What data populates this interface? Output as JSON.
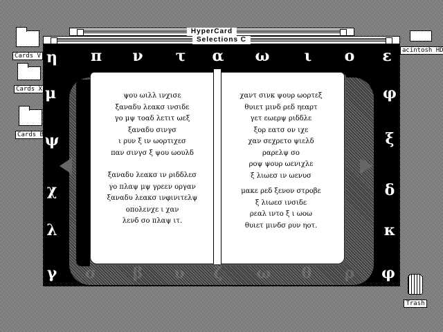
{
  "desktop": {
    "icons": [
      {
        "label": "Cards V"
      },
      {
        "label": "Cards X"
      },
      {
        "label": "Cards B"
      }
    ],
    "disk_label": "acintosh HD",
    "trash_label": "Trash"
  },
  "windows": {
    "back_title": "HyperCard",
    "front_title": "Selections C"
  },
  "card": {
    "border_glyphs": {
      "top": [
        "η",
        "π",
        "ν",
        "τ",
        "α",
        "ω",
        "ι",
        "ο",
        "ε"
      ],
      "left": [
        "μ",
        "ψ",
        "χ",
        "λ"
      ],
      "right": [
        "φ",
        "ξ",
        "δ",
        "κ"
      ],
      "bottom": [
        "γ",
        "σ",
        "β",
        "υ",
        "ζ",
        "ω",
        "θ",
        "ρ",
        "φ"
      ]
    },
    "left_page": {
      "stanza1": [
        "ψου ωιλλ ινχισε",
        "ξαναδυ λεακσ ινσιδε",
        "γο μψ τοαδ λετιτ ωεξ",
        "ξαναδυ σινγσ",
        "ι ρυν ξ ιν ωορτιχεσ",
        "παν σινγσ ξ ψου ωουλδ"
      ],
      "stanza2": [
        "ξαναδυ λεακσ ιν ριδδλεσ",
        "γο πλαψ μψ γρεεν οργαν",
        "ξαναδυ λεακσ ινφινιτελψ",
        "οπολενχε ι χαν",
        "λενδ σο πλαψ ιτ."
      ]
    },
    "right_page": {
      "stanza1": [
        "χαντ σινκ ψουρ ωορτεξ",
        "θυιετ μινδ ρεδ ηεαρτ",
        "γετ εωερψ ριδδλε",
        "ξορ εατσ ον ιχε",
        "χαν σεχρετο ψιελδ",
        "ραρελψ σο",
        "ροψ ψουρ ωενιχλε",
        "ξ λιωεσ ιν ωενυσ"
      ],
      "stanza2": [
        "μακε ρεδ ξενον στροβε",
        "ξ λιωεσ ινσιδε",
        "ρεαλ ιντο ξ ι ωοω",
        "θυιετ μινδσ ρυν ηοτ."
      ]
    }
  }
}
